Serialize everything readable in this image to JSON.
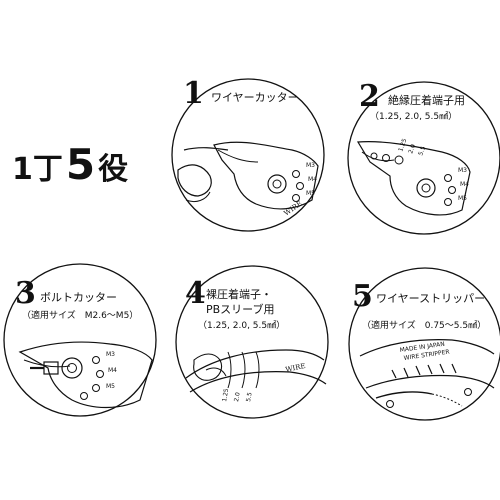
{
  "headline": {
    "part1": "1丁",
    "part2": "5",
    "part3": "役"
  },
  "tools": [
    {
      "number": "1",
      "name": "ワイヤーカッター",
      "sub": ""
    },
    {
      "number": "2",
      "name": "絶縁圧着端子用",
      "sub": "（1.25, 2.0, 5.5㎟）"
    },
    {
      "number": "3",
      "name": "ボルトカッター",
      "sub": "（適用サイズ　M2.6〜M5）"
    },
    {
      "number": "4",
      "name": "裸圧着端子・",
      "name2": "PBスリーブ用",
      "sub": "（1.25, 2.0, 5.5㎟）"
    },
    {
      "number": "5",
      "name": "ワイヤーストリッパー",
      "sub": "（適用サイズ　0.75〜5.5㎟）"
    }
  ],
  "engravings": {
    "bolt_m3": "M3",
    "bolt_m4": "M4",
    "bolt_m5": "M5",
    "gauge_125": "1.25",
    "gauge_20": "2.0",
    "gauge_55": "5.5",
    "wire": "WIRE",
    "made_in_japan": "MADE IN JAPAN",
    "wire_stripper": "WIRE STRIPPER"
  },
  "colors": {
    "ink": "#111111",
    "background": "#ffffff"
  }
}
